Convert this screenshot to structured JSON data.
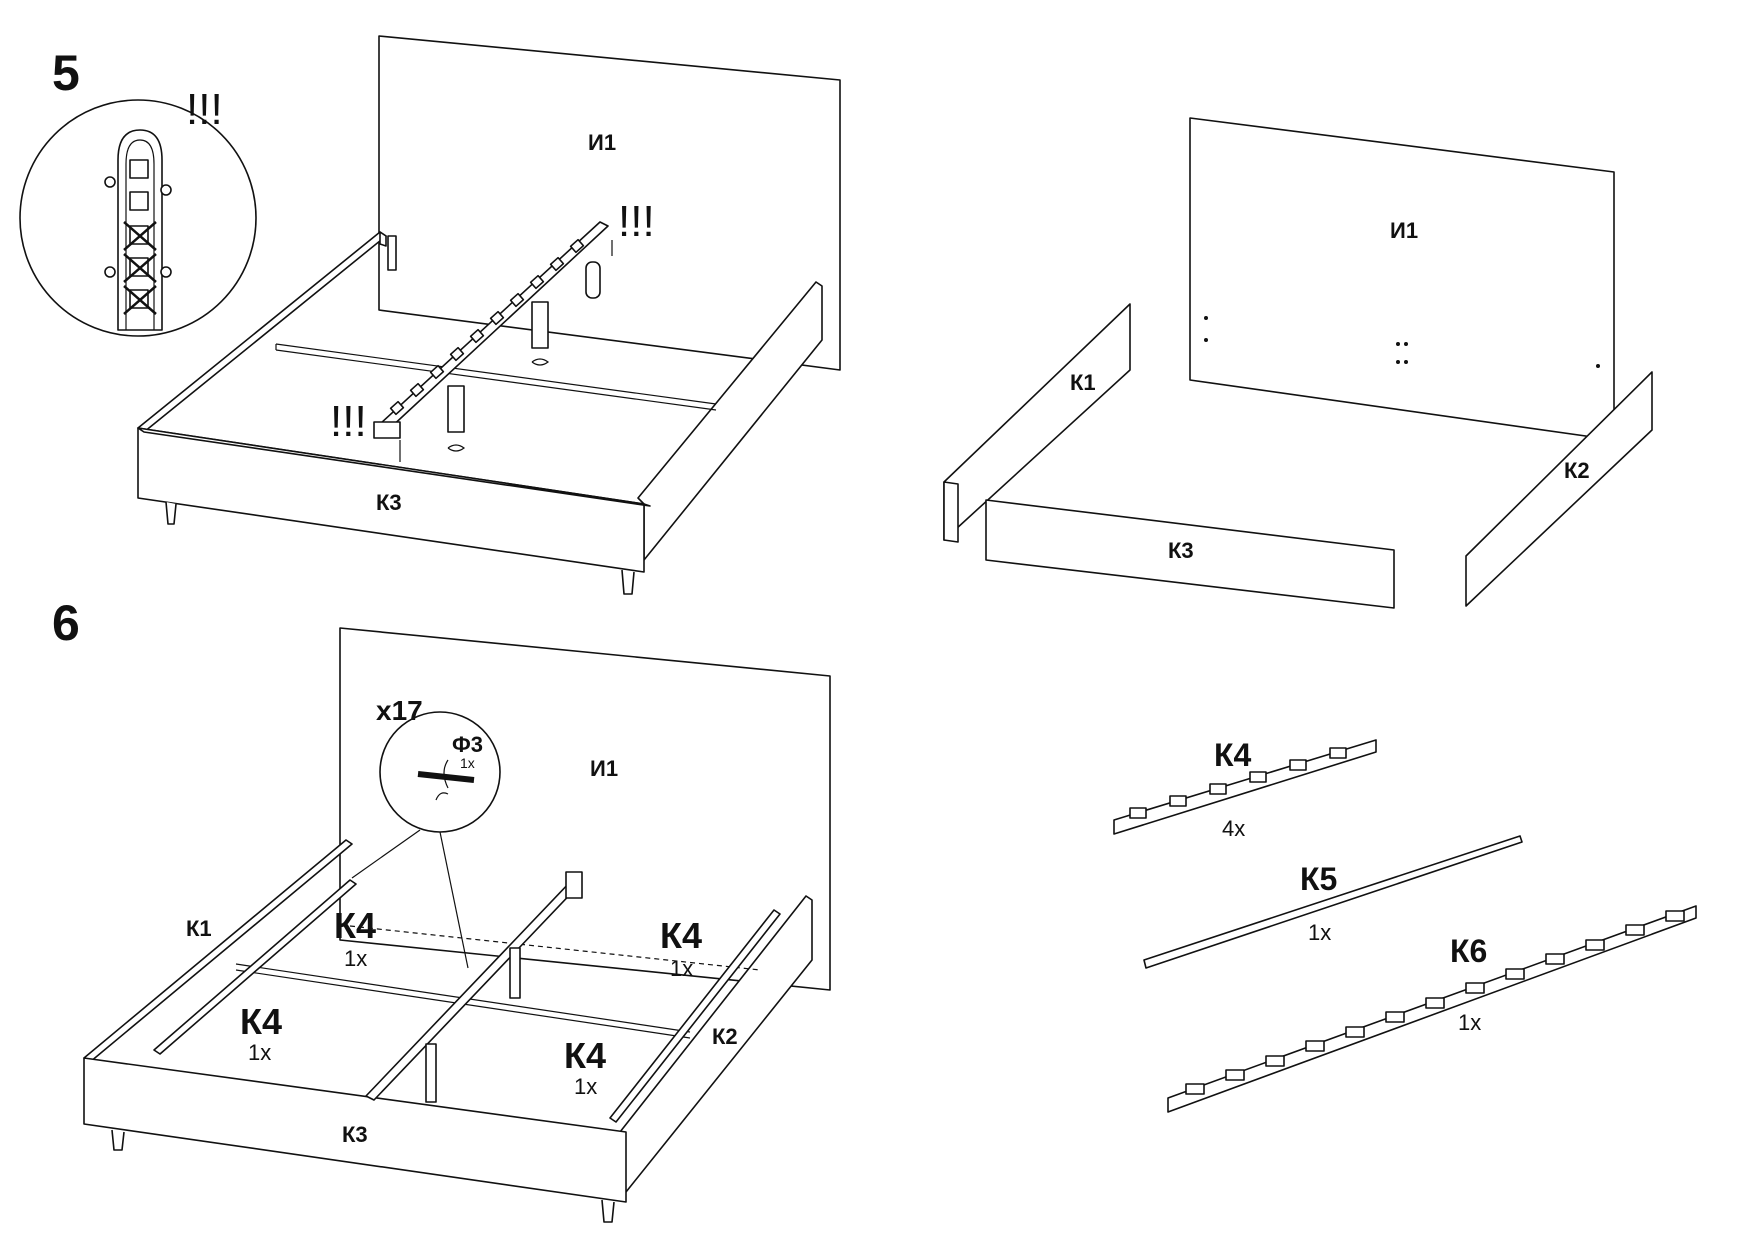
{
  "steps": [
    {
      "number": "5"
    },
    {
      "number": "6"
    }
  ],
  "step5": {
    "headboard_label": "И1",
    "front_rail_label": "К3",
    "warning_zoom": "!!!",
    "warning_top": "!!!",
    "warning_bottom": "!!!"
  },
  "parts_overview": {
    "headboard_label": "И1",
    "left_rail_label": "К1",
    "right_rail_label": "К2",
    "front_rail_label": "К3"
  },
  "step6": {
    "headboard_label": "И1",
    "left_rail_label": "К1",
    "right_rail_label": "К2",
    "front_rail_label": "К3",
    "screw_count": "x17",
    "screw_code": "Ф3",
    "screw_qty": "1x",
    "slats": [
      {
        "label": "К4",
        "qty": "1x"
      },
      {
        "label": "К4",
        "qty": "1x"
      },
      {
        "label": "К4",
        "qty": "1x"
      },
      {
        "label": "К4",
        "qty": "1x"
      }
    ]
  },
  "parts_list": [
    {
      "label": "К4",
      "qty": "4x"
    },
    {
      "label": "К5",
      "qty": "1x"
    },
    {
      "label": "К6",
      "qty": "1x"
    }
  ]
}
